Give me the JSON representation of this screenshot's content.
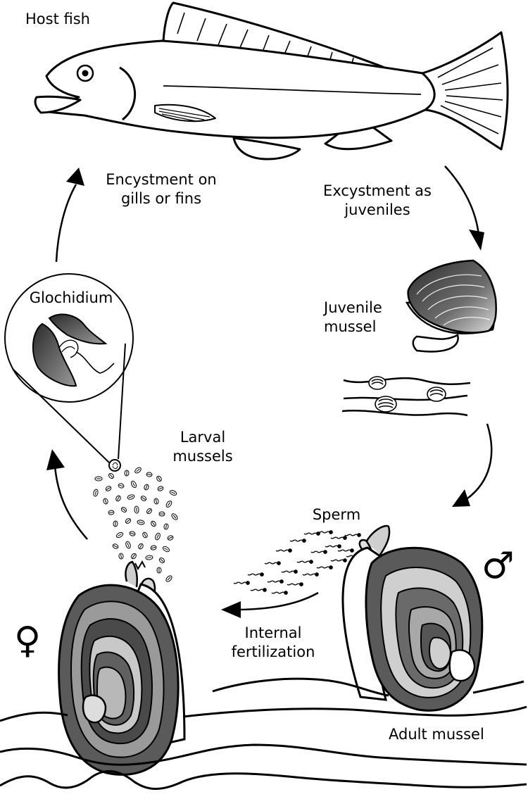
{
  "labels": {
    "host_fish": "Host fish",
    "encystment": [
      "Encystment on",
      "gills or fins"
    ],
    "excystment": [
      "Excystment as",
      "juveniles"
    ],
    "juvenile_mussel": [
      "Juvenile",
      "mussel"
    ],
    "glochidium": "Glochidium",
    "larval_mussels": [
      "Larval",
      "mussels"
    ],
    "sperm": "Sperm",
    "internal_fertilization": [
      "Internal",
      "fertilization"
    ],
    "adult_mussel": "Adult mussel"
  },
  "symbols": {
    "female": "♀",
    "male": "♂"
  },
  "colors": {
    "line": "#000000",
    "background": "#ffffff",
    "shell_dark": "#4a4a4a",
    "shell_mid": "#8a8a8a",
    "shell_light": "#c4c4c4"
  }
}
